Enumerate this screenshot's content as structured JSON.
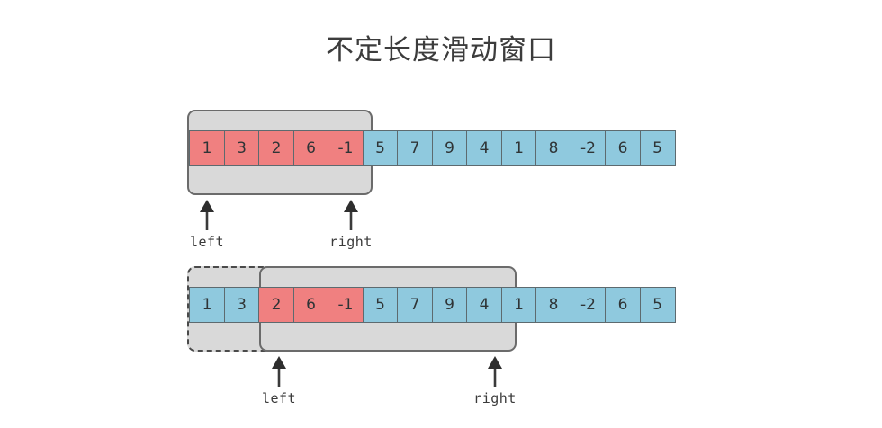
{
  "title": "不定长度滑动窗口",
  "colors": {
    "highlight_red": "#f08080",
    "cell_blue": "#8fc9de",
    "window_fill": "#d9d9d9",
    "window_border": "#6b6b6b",
    "cell_border": "#5d6a6f",
    "text": "#2f3436",
    "title_text": "#3c3c3c"
  },
  "array": {
    "values": [
      "1",
      "3",
      "2",
      "6",
      "-1",
      "5",
      "7",
      "9",
      "4",
      "1",
      "8",
      "-2",
      "6",
      "5"
    ],
    "length": 14
  },
  "rows": [
    {
      "id": "row-1",
      "name": "initial-window-row",
      "cells": [
        {
          "value": "1",
          "state": "in-window"
        },
        {
          "value": "3",
          "state": "in-window"
        },
        {
          "value": "2",
          "state": "in-window"
        },
        {
          "value": "6",
          "state": "in-window"
        },
        {
          "value": "-1",
          "state": "in-window"
        },
        {
          "value": "5",
          "state": "outside"
        },
        {
          "value": "7",
          "state": "outside"
        },
        {
          "value": "9",
          "state": "outside"
        },
        {
          "value": "4",
          "state": "outside"
        },
        {
          "value": "1",
          "state": "outside"
        },
        {
          "value": "8",
          "state": "outside"
        },
        {
          "value": "-2",
          "state": "outside"
        },
        {
          "value": "6",
          "state": "outside"
        },
        {
          "value": "5",
          "state": "outside"
        }
      ],
      "windows": [
        {
          "name": "current-window",
          "style": "solid",
          "start_index": 0,
          "end_index": 4
        }
      ],
      "pointers": [
        {
          "name": "left-pointer",
          "label": "left",
          "index": 0
        },
        {
          "name": "right-pointer",
          "label": "right",
          "index": 4
        }
      ]
    },
    {
      "id": "row-2",
      "name": "expanded-window-row",
      "cells": [
        {
          "value": "1",
          "state": "outside"
        },
        {
          "value": "3",
          "state": "outside"
        },
        {
          "value": "2",
          "state": "in-window"
        },
        {
          "value": "6",
          "state": "in-window"
        },
        {
          "value": "-1",
          "state": "in-window"
        },
        {
          "value": "5",
          "state": "outside"
        },
        {
          "value": "7",
          "state": "outside"
        },
        {
          "value": "9",
          "state": "outside"
        },
        {
          "value": "4",
          "state": "outside"
        },
        {
          "value": "1",
          "state": "outside"
        },
        {
          "value": "8",
          "state": "outside"
        },
        {
          "value": "-2",
          "state": "outside"
        },
        {
          "value": "6",
          "state": "outside"
        },
        {
          "value": "5",
          "state": "outside"
        }
      ],
      "windows": [
        {
          "name": "previous-window",
          "style": "dashed",
          "start_index": 0,
          "end_index": 4
        },
        {
          "name": "current-window",
          "style": "solid",
          "start_index": 2,
          "end_index": 8
        }
      ],
      "pointers": [
        {
          "name": "left-pointer",
          "label": "left",
          "index": 2
        },
        {
          "name": "right-pointer",
          "label": "right",
          "index": 8
        }
      ]
    }
  ]
}
